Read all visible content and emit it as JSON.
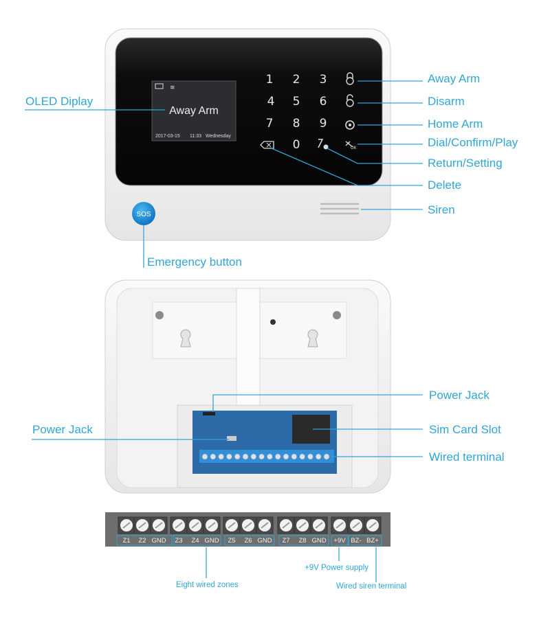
{
  "screen": {
    "status_icons": [
      "battery-icon",
      "wifi-icon"
    ],
    "mode": "Away Arm",
    "date": "2017-03-15",
    "time": "11:33",
    "weekday": "Wednesday"
  },
  "keypad": {
    "keys": [
      "1",
      "2",
      "3",
      "4",
      "5",
      "6",
      "7",
      "8",
      "9",
      "0"
    ],
    "function_icons": [
      "lock-icon",
      "unlock-icon",
      "home-shield-icon",
      "phone-ok-icon",
      "return-gear-icon",
      "delete-icon"
    ]
  },
  "sos_label": "SOS",
  "front_labels": {
    "oled": "OLED Diplay",
    "away_arm": "Away Arm",
    "disarm": "Disarm",
    "home_arm": "Home Arm",
    "dial": "Dial/Confirm/Play",
    "return": "Return/Setting",
    "delete": "Delete",
    "siren": "Siren",
    "emergency": "Emergency button"
  },
  "back_labels": {
    "power_jack_right": "Power Jack",
    "sim": "Sim Card Slot",
    "wired": "Wired terminal",
    "power_jack_left": "Power Jack"
  },
  "terminals": [
    "Z1",
    "Z2",
    "GND",
    "Z3",
    "Z4",
    "GND",
    "Z5",
    "Z6",
    "GND",
    "Z7",
    "Z8",
    "GND",
    "+9V",
    "BZ-",
    "BZ+"
  ],
  "terminal_labels": {
    "zones": "Eight wired zones",
    "power": "+9V Power supply",
    "siren": "Wired siren terminal"
  },
  "accent_color": "#2fa6d6"
}
